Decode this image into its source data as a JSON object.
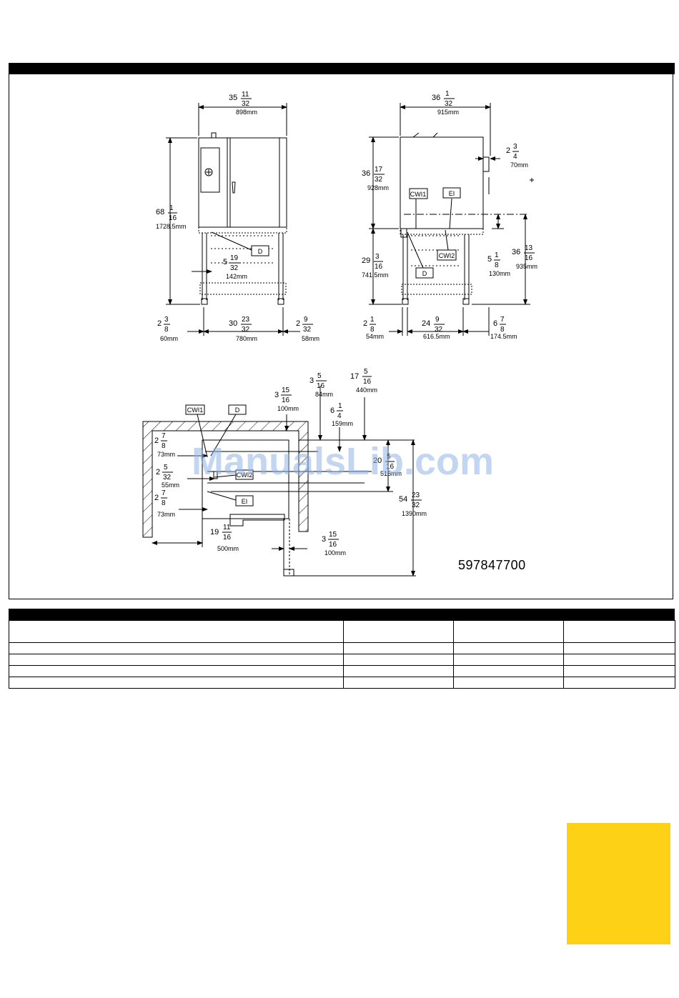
{
  "diagram": {
    "front_view": {
      "width_fraction": {
        "whole": "35",
        "num": "11",
        "den": "32"
      },
      "width_mm": "898mm",
      "height_fraction": {
        "whole": "68",
        "num": "1",
        "den": "16"
      },
      "height_mm": "1728.5mm",
      "drain_offset_fraction": {
        "whole": "5",
        "num": "19",
        "den": "32"
      },
      "drain_offset_mm": "142mm",
      "left_leg_fraction": {
        "whole": "2",
        "num": "3",
        "den": "8"
      },
      "left_leg_mm": "60mm",
      "leg_span_fraction": {
        "whole": "30",
        "num": "23",
        "den": "32"
      },
      "leg_span_mm": "780mm",
      "right_leg_fraction": {
        "whole": "2",
        "num": "9",
        "den": "32"
      },
      "right_leg_mm": "58mm",
      "drain_label": "D"
    },
    "side_view": {
      "depth_fraction": {
        "whole": "36",
        "num": "1",
        "den": "32"
      },
      "depth_mm": "915mm",
      "handle_fraction": {
        "whole": "2",
        "num": "3",
        "den": "4"
      },
      "handle_mm": "70mm",
      "body_height_fraction": {
        "whole": "36",
        "num": "17",
        "den": "32"
      },
      "body_height_mm": "928mm",
      "stand_height_fraction": {
        "whole": "29",
        "num": "3",
        "den": "16"
      },
      "stand_height_mm": "741.5mm",
      "connection_height_fraction": {
        "whole": "5",
        "num": "1",
        "den": "8"
      },
      "connection_height_mm": "130mm",
      "total_connection_fraction": {
        "whole": "36",
        "num": "13",
        "den": "16"
      },
      "total_connection_mm": "935mm",
      "front_leg_fraction": {
        "whole": "2",
        "num": "1",
        "den": "8"
      },
      "front_leg_mm": "54mm",
      "leg_span_fraction": {
        "whole": "24",
        "num": "9",
        "den": "32"
      },
      "leg_span_mm": "616.5mm",
      "rear_offset_fraction": {
        "whole": "6",
        "num": "7",
        "den": "8"
      },
      "rear_offset_mm": "174.5mm",
      "labels": {
        "cwi1": "CWI1",
        "ei": "EI",
        "cwi2": "CWI2",
        "d": "D"
      }
    },
    "plan_view": {
      "wall_gap_fraction": {
        "whole": "3",
        "num": "15",
        "den": "16"
      },
      "wall_gap_mm": "100mm",
      "cwi_offset_fraction": {
        "whole": "3",
        "num": "5",
        "den": "16"
      },
      "cwi_offset_mm": "84mm",
      "ei_offset_fraction": {
        "whole": "6",
        "num": "1",
        "den": "4"
      },
      "ei_offset_mm": "159mm",
      "d_offset_fraction": {
        "whole": "17",
        "num": "5",
        "den": "16"
      },
      "d_offset_mm": "440mm",
      "row1_fraction": {
        "whole": "2",
        "num": "7",
        "den": "8"
      },
      "row1_mm": "73mm",
      "row2_fraction": {
        "whole": "2",
        "num": "5",
        "den": "32"
      },
      "row2_mm": "55mm",
      "row3_fraction": {
        "whole": "2",
        "num": "7",
        "den": "8"
      },
      "row3_mm": "73mm",
      "depth_partial_fraction": {
        "whole": "20",
        "num": "5",
        "den": "16"
      },
      "depth_partial_mm": "516mm",
      "total_depth_fraction": {
        "whole": "54",
        "num": "23",
        "den": "32"
      },
      "total_depth_mm": "1390mm",
      "side_clear_fraction": {
        "whole": "19",
        "num": "11",
        "den": "16"
      },
      "side_clear_mm": "500mm",
      "rear_clear_fraction": {
        "whole": "3",
        "num": "15",
        "den": "16"
      },
      "rear_clear_mm": "100mm",
      "labels": {
        "cwi1": "CWI1",
        "d": "D",
        "cwi2": "CWI2",
        "ei": "EI"
      }
    },
    "document_number": "597847700",
    "watermark": "ManualsLib.com"
  },
  "colors": {
    "bar": "#000000",
    "accent_tab": "#fcd116",
    "watermark": "#8fb4e8"
  }
}
